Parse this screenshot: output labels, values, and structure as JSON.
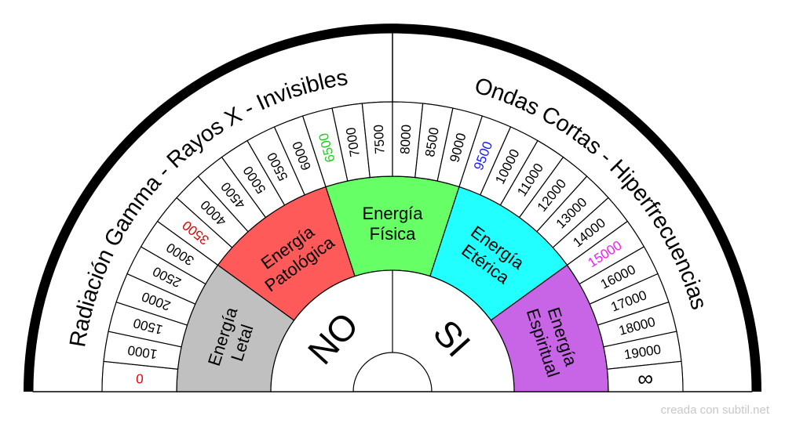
{
  "colors": {
    "outer_band": "#000000",
    "stroke": "#000000",
    "background": "#ffffff",
    "default_tick_text": "#000000"
  },
  "outer_labels": {
    "left": "Radiación Gamma - Rayos X - Invisibles",
    "right": "Ondas Cortas - Hiperfrecuencias"
  },
  "scale": [
    {
      "label": "0",
      "color": "#e60000"
    },
    {
      "label": "1000",
      "color": "#000000"
    },
    {
      "label": "1500",
      "color": "#000000"
    },
    {
      "label": "2000",
      "color": "#000000"
    },
    {
      "label": "2500",
      "color": "#000000"
    },
    {
      "label": "3000",
      "color": "#000000"
    },
    {
      "label": "3500",
      "color": "#e60000"
    },
    {
      "label": "4000",
      "color": "#000000"
    },
    {
      "label": "4500",
      "color": "#000000"
    },
    {
      "label": "5000",
      "color": "#000000"
    },
    {
      "label": "5500",
      "color": "#000000"
    },
    {
      "label": "6000",
      "color": "#000000"
    },
    {
      "label": "6500",
      "color": "#22cc22"
    },
    {
      "label": "7000",
      "color": "#000000"
    },
    {
      "label": "7500",
      "color": "#000000"
    },
    {
      "label": "8000",
      "color": "#000000"
    },
    {
      "label": "8500",
      "color": "#000000"
    },
    {
      "label": "9000",
      "color": "#000000"
    },
    {
      "label": "9500",
      "color": "#1a1aff"
    },
    {
      "label": "10000",
      "color": "#000000"
    },
    {
      "label": "11000",
      "color": "#000000"
    },
    {
      "label": "12000",
      "color": "#000000"
    },
    {
      "label": "13000",
      "color": "#000000"
    },
    {
      "label": "14000",
      "color": "#000000"
    },
    {
      "label": "15000",
      "color": "#ee22ee"
    },
    {
      "label": "16000",
      "color": "#000000"
    },
    {
      "label": "17000",
      "color": "#000000"
    },
    {
      "label": "18000",
      "color": "#000000"
    },
    {
      "label": "19000",
      "color": "#000000"
    },
    {
      "label": "∞",
      "color": "#000000"
    }
  ],
  "sectors": [
    {
      "lines": [
        "Energía",
        "Letal"
      ],
      "color": "#c0c0c0"
    },
    {
      "lines": [
        "Energía",
        "Patológica"
      ],
      "color": "#ff5a5a"
    },
    {
      "lines": [
        "Energía",
        "Física"
      ],
      "color": "#66ff66"
    },
    {
      "lines": [
        "Energía",
        "Etérica"
      ],
      "color": "#22ffff"
    },
    {
      "lines": [
        "Energía",
        "Espiritual"
      ],
      "color": "#c765e6"
    }
  ],
  "answers": {
    "left": "NO",
    "right": "SI"
  },
  "credit": "creada con subtil.net"
}
